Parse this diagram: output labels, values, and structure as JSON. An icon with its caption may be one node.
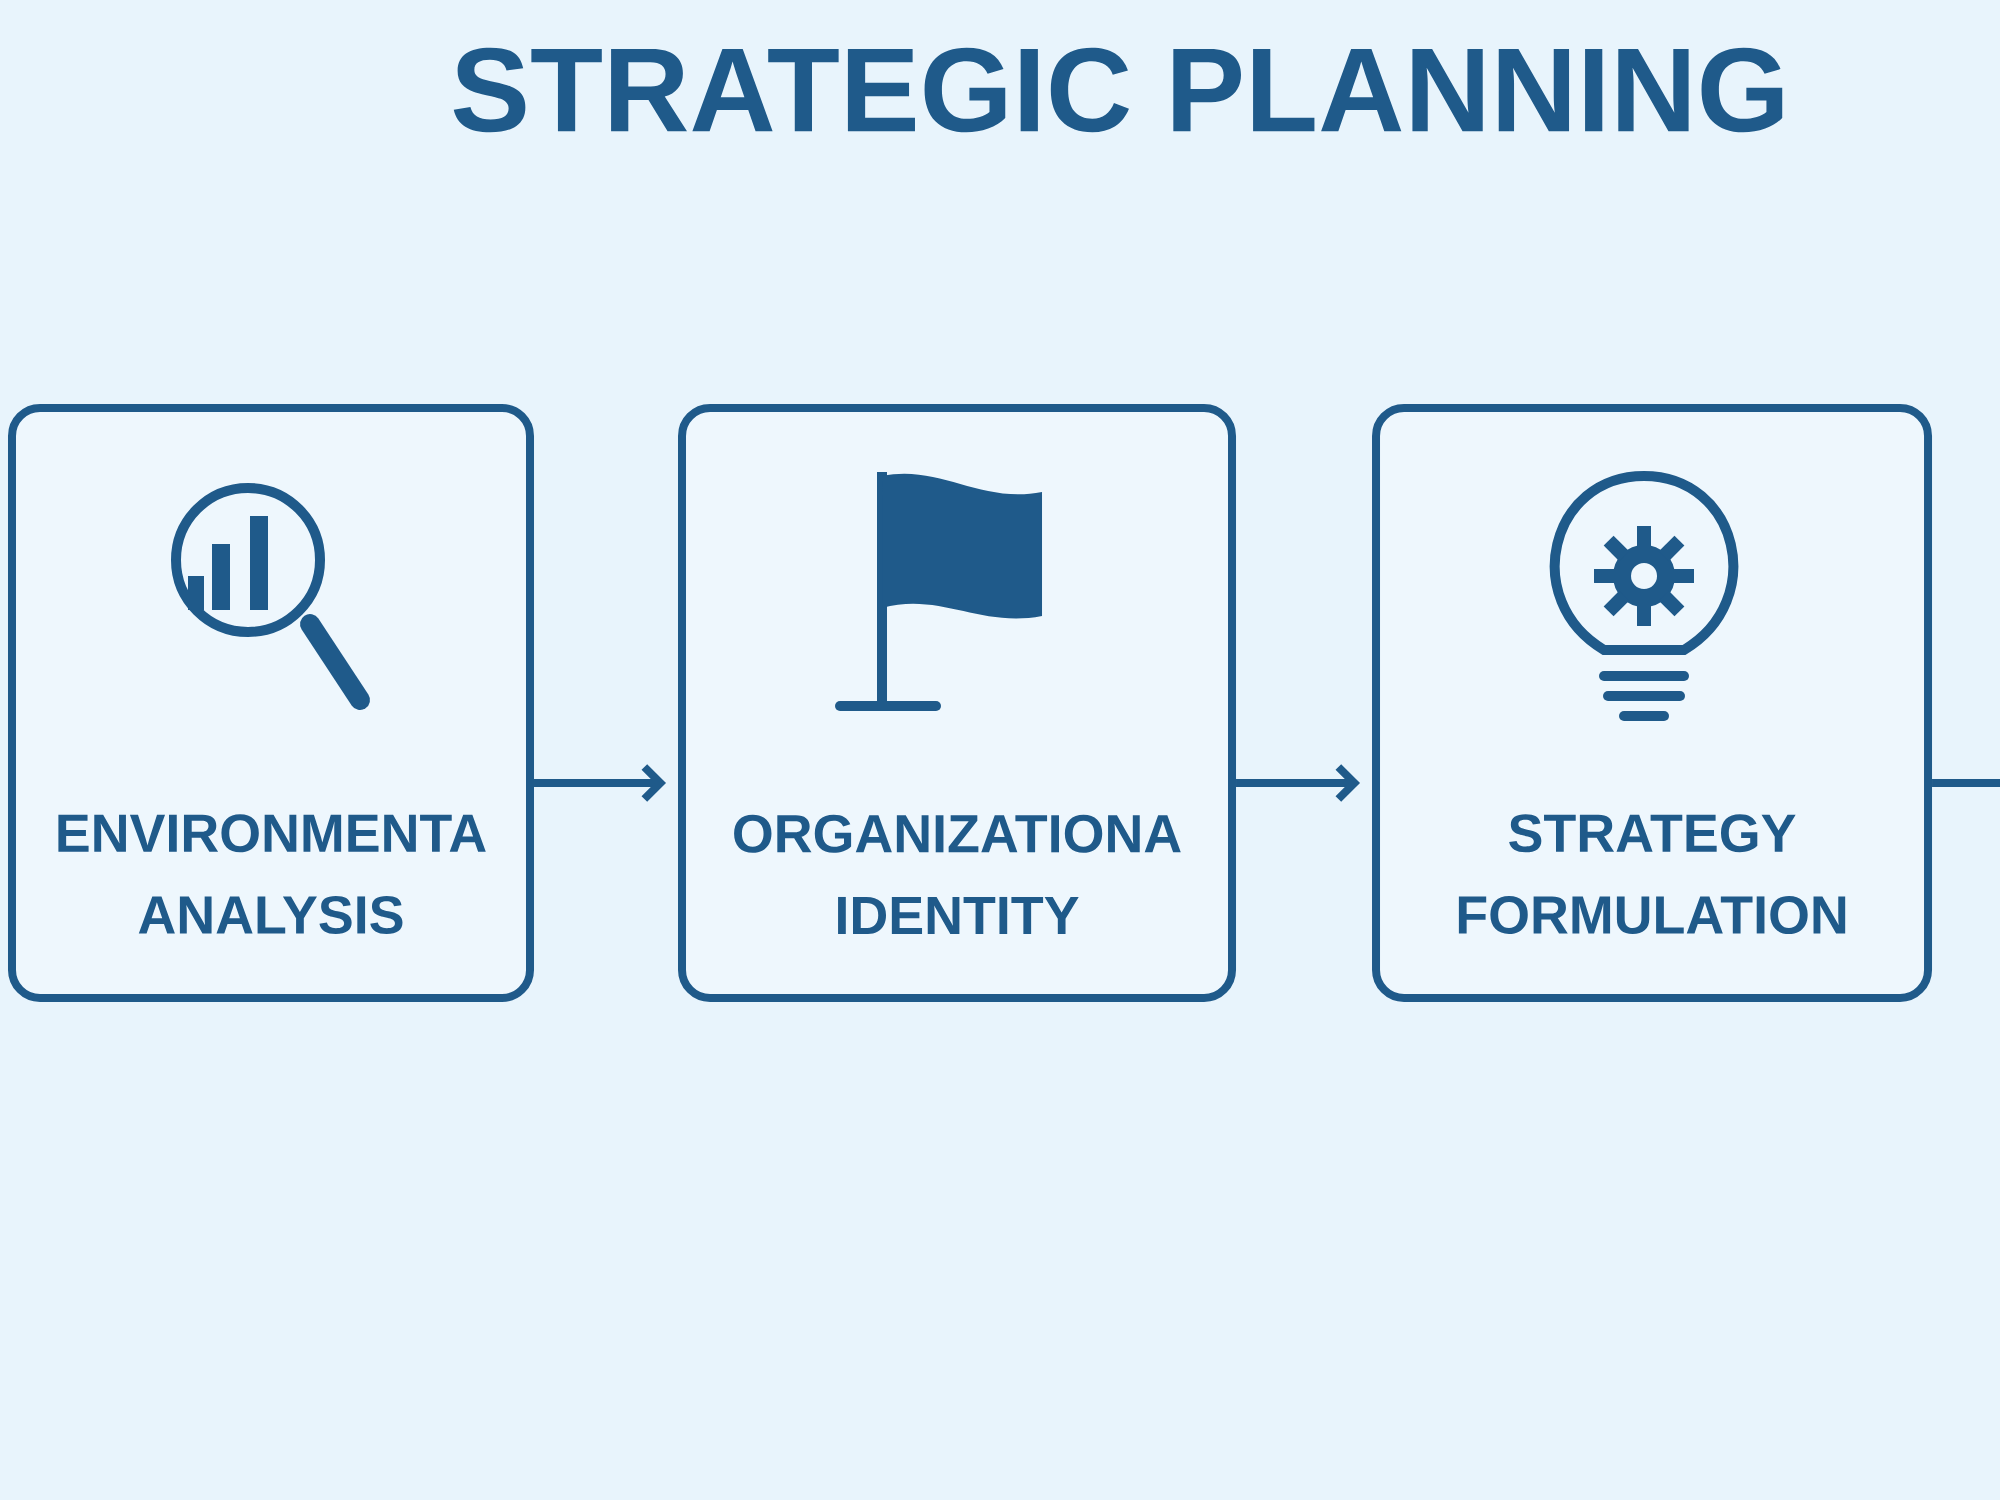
{
  "diagram": {
    "title": "STRATEGIC PLANNING",
    "nodes": [
      {
        "text": [
          "ENVIRONMENTA ANALYSIS"
        ]
      },
      {
        "text": [
          "ORGANIZATIONA IDENTITY"
        ]
      },
      {
        "text": [
          "STRATEGY FORMULATION"
        ]
      }
    ],
    "edges": [
      {
        "from": 0,
        "to": 1,
        "arrow": "to"
      },
      {
        "from": 1,
        "to": 2,
        "arrow": "to"
      },
      {
        "from": 2,
        "to": null,
        "arrow": "none"
      }
    ]
  }
}
